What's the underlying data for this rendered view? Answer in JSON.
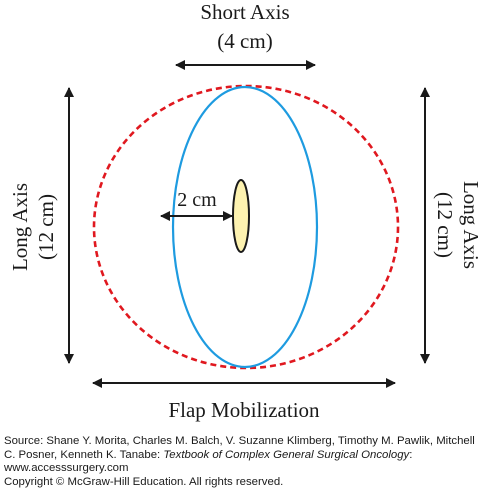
{
  "labels": {
    "short_axis_title": "Short Axis",
    "short_axis_value": "(4 cm)",
    "long_axis_left_title": "Long Axis",
    "long_axis_left_value": "(12 cm)",
    "long_axis_right_title": "Long Axis",
    "long_axis_right_value": "(12 cm)",
    "center_distance": "2 cm",
    "bottom": "Flap Mobilization"
  },
  "colors": {
    "ellipse": "#1e9be0",
    "dashed_circle": "#e0181f",
    "incision_fill": "#fdf2b0",
    "ink": "#1a1a1a"
  },
  "source": {
    "lead": "Source: Shane Y. Morita, Charles M. Balch, V. Suzanne Klimberg, Timothy M. Pawlik, Mitchell C. Posner, Kenneth K. Tanabe:",
    "book_title": "Textbook of Complex General Surgical Oncology",
    "tail": ":",
    "website": "www.accesssurgery.com",
    "copyright": "Copyright © McGraw-Hill Education. All rights reserved."
  }
}
